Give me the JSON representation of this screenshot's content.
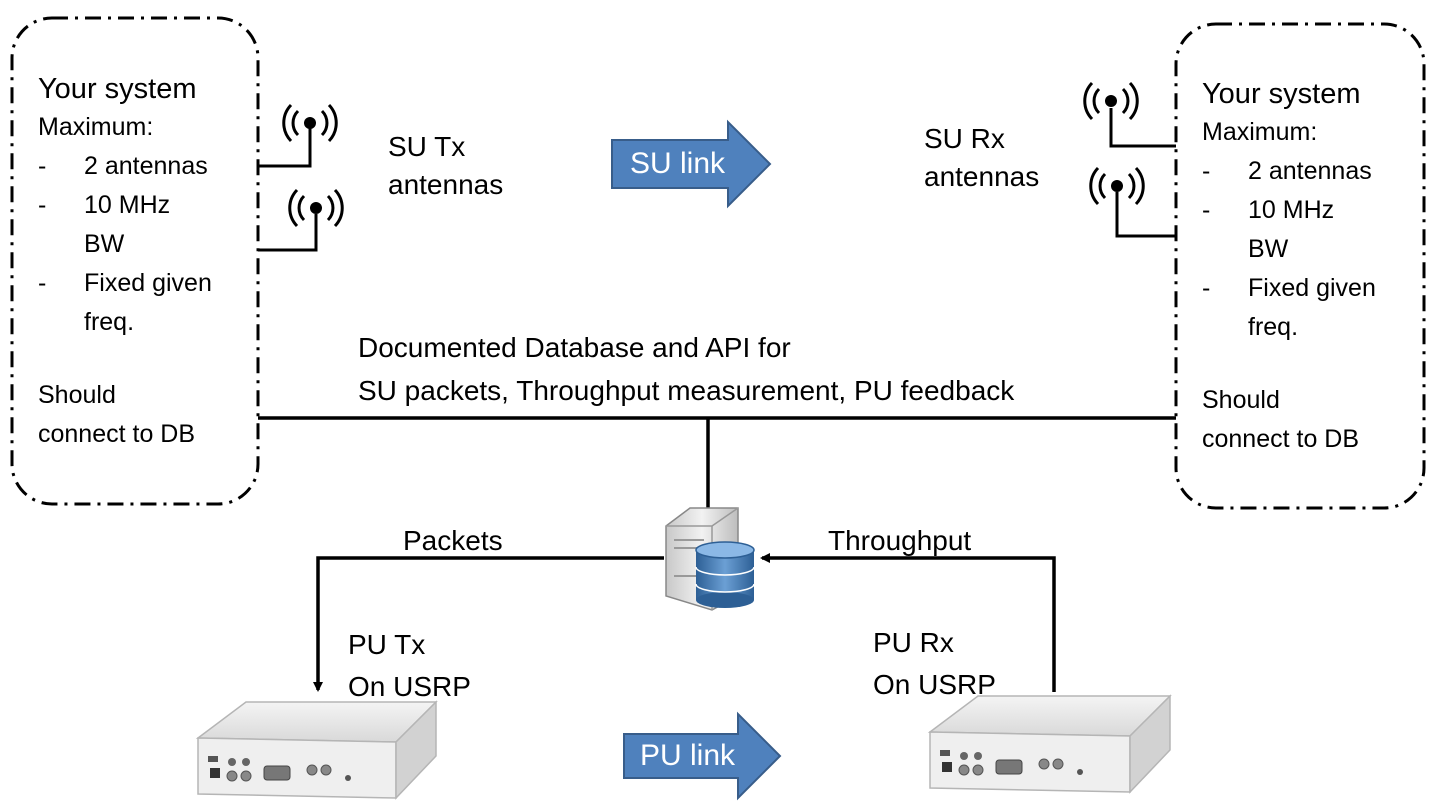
{
  "left_system": {
    "title": "Your system",
    "max_label": "Maximum:",
    "bullets": [
      "2 antennas",
      "10 MHz BW",
      "Fixed given freq."
    ],
    "connect_line1": "Should",
    "connect_line2": "connect to DB"
  },
  "right_system": {
    "title": "Your system",
    "max_label": "Maximum:",
    "bullets": [
      "2 antennas",
      "10 MHz BW",
      "Fixed given freq."
    ],
    "connect_line1": "Should",
    "connect_line2": "connect to DB"
  },
  "su_tx": {
    "line1": "SU Tx",
    "line2": "antennas"
  },
  "su_rx": {
    "line1": "SU Rx",
    "line2": "antennas"
  },
  "su_link": "SU link",
  "pu_link": "PU link",
  "database": {
    "line1": "Documented Database and API for",
    "line2": "SU packets, Throughput measurement, PU feedback"
  },
  "packets_label": "Packets",
  "throughput_label": "Throughput",
  "pu_tx": {
    "line1": "PU Tx",
    "line2": "On USRP"
  },
  "pu_rx": {
    "line1": "PU Rx",
    "line2": "On USRP"
  },
  "colors": {
    "arrow_fill": "#4f81bd",
    "arrow_stroke": "#385d8a",
    "db_blue": "#3a6fa8"
  }
}
